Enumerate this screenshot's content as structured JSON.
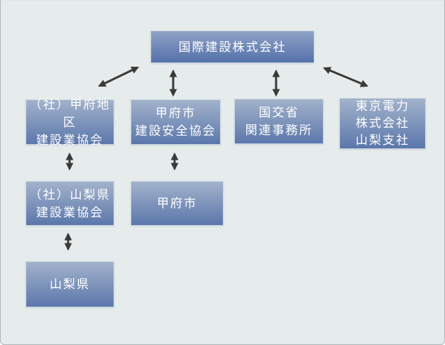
{
  "canvas": {
    "background": "#e6eceb",
    "border_color": "#adb6b6"
  },
  "palette": {
    "node_gradient_top": "#a2b2cb",
    "node_gradient_bottom": "#5b77ab",
    "root_gradient_top": "#8fa2c6",
    "root_gradient_bottom": "#5471aa",
    "node_border": "#ccd8e1",
    "node_text": "#ffffff",
    "arrow": "#3a3a3a"
  },
  "org_chart": {
    "type": "organization-relationship-diagram",
    "nodes": {
      "root": {
        "label": "国際建設株式会社"
      },
      "kofu_district_assoc": {
        "label": "（社）甲府地区\n建設業協会"
      },
      "kofu_safety_assoc": {
        "label": "甲府市\n建設安全協会"
      },
      "mlit_offices": {
        "label": "国交省\n関連事務所"
      },
      "tepco_yamanashi": {
        "label": "東京電力\n株式会社\n山梨支社"
      },
      "yamanashi_assoc": {
        "label": "（社）山梨県\n建設業協会"
      },
      "kofu_city": {
        "label": "甲府市"
      },
      "yamanashi_pref": {
        "label": "山梨県"
      }
    },
    "edges": [
      {
        "from": "root",
        "to": "kofu_district_assoc",
        "bidirectional": true
      },
      {
        "from": "root",
        "to": "kofu_safety_assoc",
        "bidirectional": true
      },
      {
        "from": "root",
        "to": "mlit_offices",
        "bidirectional": true
      },
      {
        "from": "root",
        "to": "tepco_yamanashi",
        "bidirectional": true
      },
      {
        "from": "kofu_district_assoc",
        "to": "yamanashi_assoc",
        "bidirectional": true
      },
      {
        "from": "kofu_safety_assoc",
        "to": "kofu_city",
        "bidirectional": true
      },
      {
        "from": "yamanashi_assoc",
        "to": "yamanashi_pref",
        "bidirectional": true
      }
    ]
  }
}
